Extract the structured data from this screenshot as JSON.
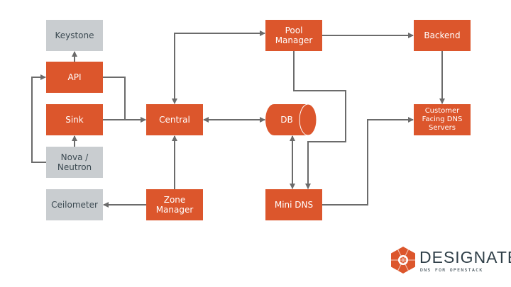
{
  "nodes": {
    "keystone": "Keystone",
    "api": "API",
    "sink": "Sink",
    "nova": "Nova / Neutron",
    "ceilometer": "Ceilometer",
    "central": "Central",
    "zone_manager": "Zone Manager",
    "pool_manager": "Pool Manager",
    "db": "DB",
    "mini_dns": "Mini DNS",
    "backend": "Backend",
    "customer_dns": "Customer Facing DNS Servers"
  },
  "logo": {
    "title": "DESIGNATE",
    "subtitle": "DNS FOR OPENSTACK"
  },
  "colors": {
    "component": "#dc562c",
    "external": "#c9cdd0",
    "line": "#6b6b6b"
  }
}
